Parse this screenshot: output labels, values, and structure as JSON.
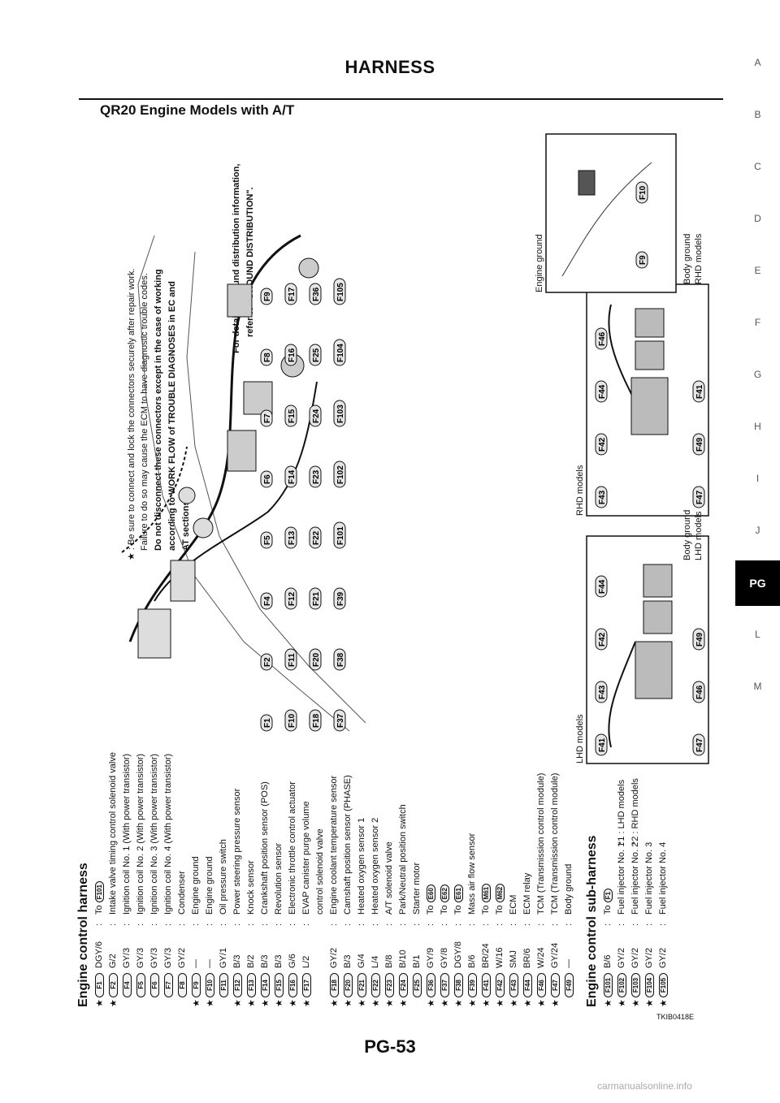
{
  "header": {
    "title": "HARNESS",
    "section_title": "QR20 Engine Models with A/T"
  },
  "footer": {
    "page_number": "PG-53",
    "watermark": "carmanualsonline.info",
    "figure_id": "TKIB0418E"
  },
  "side_tabs": {
    "items": [
      "A",
      "B",
      "C",
      "D",
      "E",
      "F",
      "G",
      "H",
      "I",
      "J",
      "PG",
      "L",
      "M"
    ],
    "active": "PG"
  },
  "legend_main": {
    "title": "Engine control harness",
    "rows": [
      {
        "star": "★",
        "code": "F1",
        "color": "DGY/6",
        "desc": "To",
        "ref": "F101"
      },
      {
        "star": "★",
        "code": "F2",
        "color": "G/2",
        "desc": "Intake valve timing control solenoid valve",
        "ref": ""
      },
      {
        "star": "",
        "code": "F4",
        "color": "GY/3",
        "desc": "Ignition coil No. 1 (With power transistor)",
        "ref": ""
      },
      {
        "star": "",
        "code": "F5",
        "color": "GY/3",
        "desc": "Ignition coil No. 2 (With power transistor)",
        "ref": ""
      },
      {
        "star": "",
        "code": "F6",
        "color": "GY/3",
        "desc": "Ignition coil No. 3 (With power transistor)",
        "ref": ""
      },
      {
        "star": "",
        "code": "F7",
        "color": "GY/3",
        "desc": "Ignition coil No. 4 (With power transistor)",
        "ref": ""
      },
      {
        "star": "",
        "code": "F8",
        "color": "GY/2",
        "desc": "Condenser",
        "ref": ""
      },
      {
        "star": "★",
        "code": "F9",
        "color": "—",
        "desc": "Engine ground",
        "ref": ""
      },
      {
        "star": "★",
        "code": "F10",
        "color": "—",
        "desc": "Engine ground",
        "ref": ""
      },
      {
        "star": "",
        "code": "F11",
        "color": "GY/1",
        "desc": "Oil pressure switch",
        "ref": ""
      },
      {
        "star": "★",
        "code": "F12",
        "color": "B/3",
        "desc": "Power steering pressure sensor",
        "ref": ""
      },
      {
        "star": "★",
        "code": "F13",
        "color": "B/2",
        "desc": "Knock sensor",
        "ref": ""
      },
      {
        "star": "★",
        "code": "F14",
        "color": "B/3",
        "desc": "Crankshaft position sensor (POS)",
        "ref": ""
      },
      {
        "star": "★",
        "code": "F15",
        "color": "B/3",
        "desc": "Revolution sensor",
        "ref": ""
      },
      {
        "star": "★",
        "code": "F16",
        "color": "G/6",
        "desc": "Electronic throttle control actuator",
        "ref": ""
      },
      {
        "star": "★",
        "code": "F17",
        "color": "L/2",
        "desc": "EVAP canister purge volume",
        "ref": ""
      },
      {
        "star": "",
        "code": "",
        "color": "",
        "desc": "control solenoid valve",
        "ref": ""
      },
      {
        "star": "★",
        "code": "F18",
        "color": "GY/2",
        "desc": "Engine coolant temperature sensor",
        "ref": ""
      },
      {
        "star": "★",
        "code": "F20",
        "color": "B/3",
        "desc": "Camshaft position sensor (PHASE)",
        "ref": ""
      },
      {
        "star": "★",
        "code": "F21",
        "color": "G/4",
        "desc": "Heated oxygen sensor 1",
        "ref": ""
      },
      {
        "star": "★",
        "code": "F22",
        "color": "L/4",
        "desc": "Heated oxygen sensor 2",
        "ref": ""
      },
      {
        "star": "★",
        "code": "F23",
        "color": "B/8",
        "desc": "A/T solenoid valve",
        "ref": ""
      },
      {
        "star": "★",
        "code": "F24",
        "color": "B/10",
        "desc": "Park/Neutral position switch",
        "ref": ""
      },
      {
        "star": "",
        "code": "F25",
        "color": "B/1",
        "desc": "Starter motor",
        "ref": ""
      },
      {
        "star": "★",
        "code": "F36",
        "color": "GY/9",
        "desc": "To",
        "ref": "E60"
      },
      {
        "star": "★",
        "code": "F37",
        "color": "GY/8",
        "desc": "To",
        "ref": "E62"
      },
      {
        "star": "★",
        "code": "F38",
        "color": "DGY/8",
        "desc": "To",
        "ref": "E61"
      },
      {
        "star": "★",
        "code": "F39",
        "color": "B/6",
        "desc": "Mass air flow sensor",
        "ref": ""
      },
      {
        "star": "★",
        "code": "F41",
        "color": "BR/24",
        "desc": "To",
        "ref": "M61"
      },
      {
        "star": "★",
        "code": "F42",
        "color": "W/16",
        "desc": "To",
        "ref": "M62"
      },
      {
        "star": "★",
        "code": "F43",
        "color": "SMJ",
        "desc": "ECM",
        "ref": ""
      },
      {
        "star": "★",
        "code": "F44",
        "color": "BR/6",
        "desc": "ECM relay",
        "ref": ""
      },
      {
        "star": "★",
        "code": "F46",
        "color": "W/24",
        "desc": "TCM (Transmission control module)",
        "ref": ""
      },
      {
        "star": "★",
        "code": "F47",
        "color": "GY/24",
        "desc": "TCM (Transmission control module)",
        "ref": ""
      },
      {
        "star": "",
        "code": "F49",
        "color": "—",
        "desc": "Body ground",
        "ref": ""
      }
    ]
  },
  "legend_sub": {
    "title": "Engine control sub-harness",
    "rows": [
      {
        "star": "★",
        "code": "F101",
        "color": "B/6",
        "desc": "To",
        "ref": "F1"
      },
      {
        "star": "★",
        "code": "F102",
        "color": "GY/2",
        "desc": "Fuel injector No. 1",
        "ref": ""
      },
      {
        "star": "★",
        "code": "F103",
        "color": "GY/2",
        "desc": "Fuel injector No. 2",
        "ref": ""
      },
      {
        "star": "★",
        "code": "F104",
        "color": "GY/2",
        "desc": "Fuel injector No. 3",
        "ref": ""
      },
      {
        "star": "★",
        "code": "F105",
        "color": "GY/2",
        "desc": "Fuel injector No. 4",
        "ref": ""
      }
    ],
    "notes": [
      "*1 : LHD models",
      "*2 : RHD models"
    ]
  },
  "notice": {
    "line1": "★ : Be sure to connect and lock the connectors securely after repair work.",
    "line2": "Failure to do so may cause the ECM to have diagnostic trouble codes.",
    "line3": "Do not disconnect these connectors except in the case of working",
    "line4": "according to WORK FLOW of TROUBLE DIAGNOSES in EC and",
    "line5": "AT sections.",
    "ground1": "For detailed ground distribution information,",
    "ground2": "refer to \"GROUND DISTRIBUTION\"."
  },
  "insets": {
    "lhd": "LHD models",
    "rhd": "RHD models",
    "engine_ground": "Engine ground",
    "body_ground": "Body ground",
    "lhd_models": "LHD models",
    "rhd_models": "RHD models"
  },
  "callouts": {
    "engine": [
      "F1",
      "F2",
      "F4",
      "F5",
      "F6",
      "F7",
      "F8",
      "F9",
      "F10",
      "F11",
      "F12",
      "F13",
      "F14",
      "F15",
      "F16",
      "F17",
      "F18",
      "F20",
      "F21",
      "F22",
      "F23",
      "F24",
      "F25",
      "F36",
      "F37",
      "F38",
      "F39",
      "F101",
      "F102",
      "F103",
      "F104",
      "F105"
    ],
    "lhd": [
      "F41",
      "F43",
      "F42",
      "F44",
      "F47",
      "F46",
      "F49"
    ],
    "rhd": [
      "F43",
      "F42",
      "F44",
      "F46",
      "F47",
      "F49",
      "F41"
    ],
    "ground_engine": [
      "F9",
      "F10"
    ],
    "ground_body_lhd": [
      "F49"
    ],
    "ground_body_rhd": [
      "F49"
    ],
    "marks": [
      "*1",
      "*2"
    ]
  }
}
